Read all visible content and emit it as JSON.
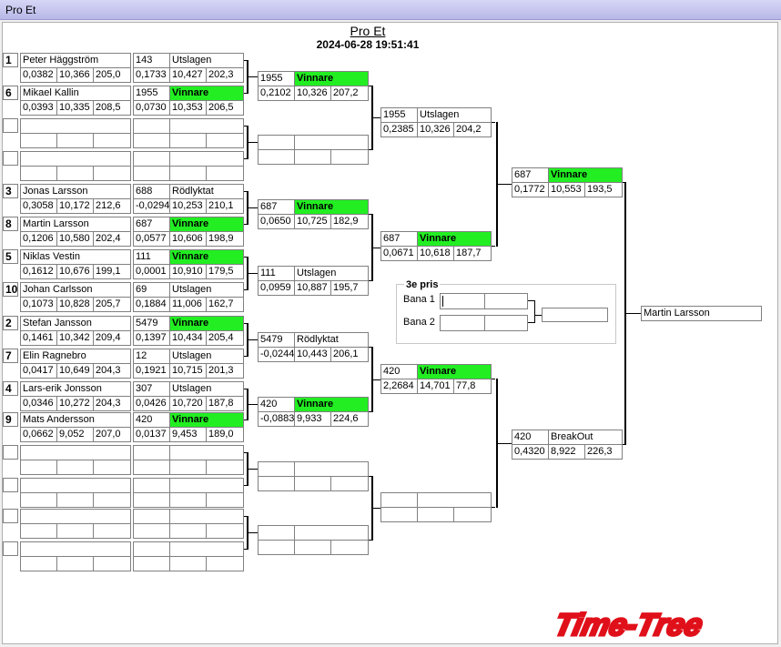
{
  "window": {
    "title": "Pro Et"
  },
  "header": {
    "title": "Pro Et",
    "datetime": "2024-06-28 19:51:41"
  },
  "round1": [
    {
      "seed": "1",
      "name": "Peter Häggström",
      "rt": "0,0382",
      "et": "10,366",
      "speed": "205,0"
    },
    {
      "seed": "6",
      "name": "Mikael Kallin",
      "rt": "0,0393",
      "et": "10,335",
      "speed": "208,5"
    },
    {
      "seed": "",
      "name": "",
      "rt": "",
      "et": "",
      "speed": ""
    },
    {
      "seed": "",
      "name": "",
      "rt": "",
      "et": "",
      "speed": ""
    },
    {
      "seed": "3",
      "name": "Jonas Larsson",
      "rt": "0,3058",
      "et": "10,172",
      "speed": "212,6"
    },
    {
      "seed": "8",
      "name": "Martin Larsson",
      "rt": "0,1206",
      "et": "10,580",
      "speed": "202,4"
    },
    {
      "seed": "5",
      "name": "Niklas  Vestin",
      "rt": "0,1612",
      "et": "10,676",
      "speed": "199,1"
    },
    {
      "seed": "10",
      "name": "Johan  Carlsson",
      "rt": "0,1073",
      "et": "10,828",
      "speed": "205,7"
    },
    {
      "seed": "2",
      "name": "Stefan Jansson",
      "rt": "0,1461",
      "et": "10,342",
      "speed": "209,4"
    },
    {
      "seed": "7",
      "name": "Elin Ragnebro",
      "rt": "0,0417",
      "et": "10,649",
      "speed": "204,3"
    },
    {
      "seed": "4",
      "name": "Lars-erik Jonsson",
      "rt": "0,0346",
      "et": "10,272",
      "speed": "204,3"
    },
    {
      "seed": "9",
      "name": "Mats Andersson",
      "rt": "0,0662",
      "et": "9,052",
      "speed": "207,0"
    },
    {
      "seed": "",
      "name": "",
      "rt": "",
      "et": "",
      "speed": ""
    },
    {
      "seed": "",
      "name": "",
      "rt": "",
      "et": "",
      "speed": ""
    },
    {
      "seed": "",
      "name": "",
      "rt": "",
      "et": "",
      "speed": ""
    },
    {
      "seed": "",
      "name": "",
      "rt": "",
      "et": "",
      "speed": ""
    }
  ],
  "round2": [
    {
      "num": "143",
      "status": "Utslagen",
      "win": false,
      "rt": "0,1733",
      "et": "10,427",
      "speed": "202,3"
    },
    {
      "num": "1955",
      "status": "Vinnare",
      "win": true,
      "rt": "0,0730",
      "et": "10,353",
      "speed": "206,5"
    },
    {
      "num": "",
      "status": "",
      "win": false,
      "rt": "",
      "et": "",
      "speed": ""
    },
    {
      "num": "",
      "status": "",
      "win": false,
      "rt": "",
      "et": "",
      "speed": ""
    },
    {
      "num": "688",
      "status": "Rödlyktat",
      "win": false,
      "rt": "-0,0294",
      "et": "10,253",
      "speed": "210,1"
    },
    {
      "num": "687",
      "status": "Vinnare",
      "win": true,
      "rt": "0,0577",
      "et": "10,606",
      "speed": "198,9"
    },
    {
      "num": "111",
      "status": "Vinnare",
      "win": true,
      "rt": "0,0001",
      "et": "10,910",
      "speed": "179,5"
    },
    {
      "num": "69",
      "status": "Utslagen",
      "win": false,
      "rt": "0,1884",
      "et": "11,006",
      "speed": "162,7"
    },
    {
      "num": "5479",
      "status": "Vinnare",
      "win": true,
      "rt": "0,1397",
      "et": "10,434",
      "speed": "205,4"
    },
    {
      "num": "12",
      "status": "Utslagen",
      "win": false,
      "rt": "0,1921",
      "et": "10,715",
      "speed": "201,3"
    },
    {
      "num": "307",
      "status": "Utslagen",
      "win": false,
      "rt": "0,0426",
      "et": "10,720",
      "speed": "187,8"
    },
    {
      "num": "420",
      "status": "Vinnare",
      "win": true,
      "rt": "0,0137",
      "et": "9,453",
      "speed": "189,0"
    },
    {
      "num": "",
      "status": "",
      "win": false,
      "rt": "",
      "et": "",
      "speed": ""
    },
    {
      "num": "",
      "status": "",
      "win": false,
      "rt": "",
      "et": "",
      "speed": ""
    },
    {
      "num": "",
      "status": "",
      "win": false,
      "rt": "",
      "et": "",
      "speed": ""
    },
    {
      "num": "",
      "status": "",
      "win": false,
      "rt": "",
      "et": "",
      "speed": ""
    }
  ],
  "round3": [
    {
      "num": "1955",
      "status": "Vinnare",
      "win": true,
      "rt": "0,2102",
      "et": "10,326",
      "speed": "207,2"
    },
    {
      "num": "",
      "status": "",
      "win": false,
      "rt": "",
      "et": "",
      "speed": ""
    },
    {
      "num": "687",
      "status": "Vinnare",
      "win": true,
      "rt": "0,0650",
      "et": "10,725",
      "speed": "182,9"
    },
    {
      "num": "111",
      "status": "Utslagen",
      "win": false,
      "rt": "0,0959",
      "et": "10,887",
      "speed": "195,7"
    },
    {
      "num": "5479",
      "status": "Rödlyktat",
      "win": false,
      "rt": "-0,0244",
      "et": "10,443",
      "speed": "206,1"
    },
    {
      "num": "420",
      "status": "Vinnare",
      "win": true,
      "rt": "-0,0883",
      "et": "9,933",
      "speed": "224,6"
    },
    {
      "num": "",
      "status": "",
      "win": false,
      "rt": "",
      "et": "",
      "speed": ""
    },
    {
      "num": "",
      "status": "",
      "win": false,
      "rt": "",
      "et": "",
      "speed": ""
    }
  ],
  "round4": [
    {
      "num": "1955",
      "status": "Utslagen",
      "win": false,
      "rt": "0,2385",
      "et": "10,326",
      "speed": "204,2"
    },
    {
      "num": "687",
      "status": "Vinnare",
      "win": true,
      "rt": "0,0671",
      "et": "10,618",
      "speed": "187,7"
    },
    {
      "num": "420",
      "status": "Vinnare",
      "win": true,
      "rt": "2,2684",
      "et": "14,701",
      "speed": "77,8"
    },
    {
      "num": "",
      "status": "",
      "win": false,
      "rt": "",
      "et": "",
      "speed": ""
    }
  ],
  "round5": [
    {
      "num": "687",
      "status": "Vinnare",
      "win": true,
      "rt": "0,1772",
      "et": "10,553",
      "speed": "193,5"
    },
    {
      "num": "420",
      "status": "BreakOut",
      "win": false,
      "rt": "0,4320",
      "et": "8,922",
      "speed": "226,3"
    }
  ],
  "winner": {
    "name": "Martin Larsson"
  },
  "third_prize": {
    "title": "3e pris",
    "lane1": "Bana 1",
    "lane2": "Bana 2",
    "lane1_value": "",
    "lane2_value": "",
    "result": ""
  },
  "logo": {
    "text": "Time-Tree",
    "color": "#e0101a"
  },
  "colors": {
    "winner_green": "#22ee22"
  }
}
